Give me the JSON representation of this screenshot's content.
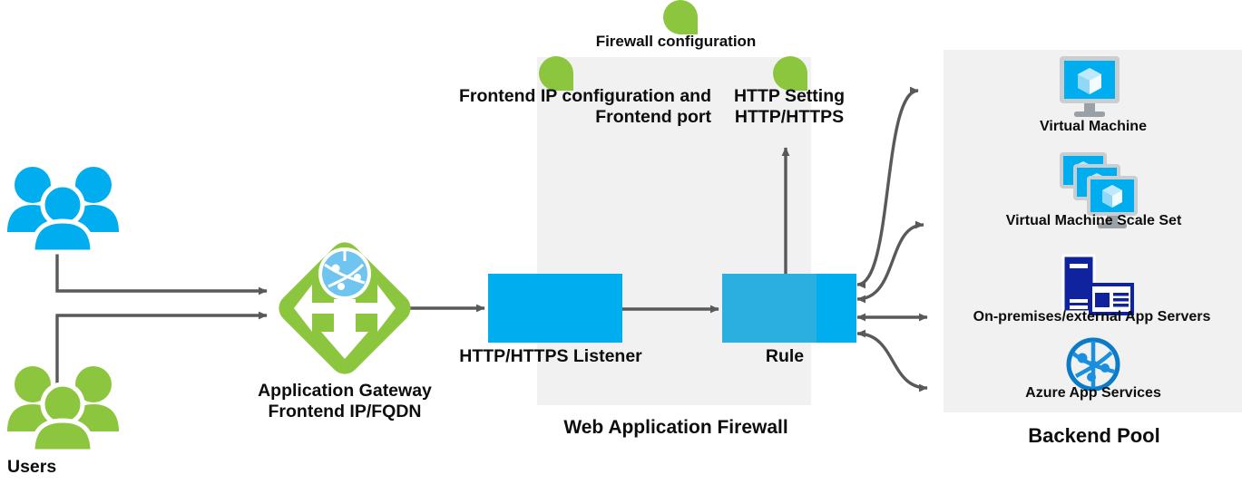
{
  "diagram": {
    "title": "Azure Application Gateway traffic flow",
    "labels": {
      "firewall_configuration": "Firewall configuration",
      "frontend_ip_and_port": "Frontend IP configuration and Frontend port",
      "http_setting": "HTTP Setting HTTP/HTTPS",
      "http_setting_line1": "HTTP Setting",
      "http_setting_line2": "HTTP/HTTPS",
      "frontend_line1": "Frontend IP configuration and",
      "frontend_line2": "Frontend port",
      "listener": "HTTP/HTTPS Listener",
      "rule": "Rule",
      "web_application_firewall": "Web Application Firewall",
      "application_gateway_line1": "Application Gateway",
      "application_gateway_line2": "Frontend IP/FQDN",
      "users": "Users",
      "backend_pool": "Backend Pool"
    },
    "backend_pool": {
      "title": "Backend Pool",
      "items": [
        {
          "label": "Virtual Machine",
          "icon": "virtual-machine-icon"
        },
        {
          "label": "Virtual Machine Scale Set",
          "icon": "virtual-machine-scale-set-icon"
        },
        {
          "label": "On-premises/external App Servers",
          "icon": "server-icon"
        },
        {
          "label": "Azure App Services",
          "icon": "azure-app-services-icon"
        }
      ]
    },
    "nodes": [
      {
        "name": "users-top",
        "icon": "users-group-icon",
        "color": "#00AEEF"
      },
      {
        "name": "users-bottom",
        "icon": "users-group-icon",
        "color": "#8CC63E"
      },
      {
        "name": "application-gateway",
        "icon": "application-gateway-icon",
        "color": "#8CC63E"
      },
      {
        "name": "http-https-listener",
        "shape": "rectangle",
        "color": "#00AEEF"
      },
      {
        "name": "rule",
        "shape": "rectangle",
        "color_left": "#2BAEE0",
        "color_right": "#00AEEF"
      }
    ],
    "pins": [
      {
        "name": "firewall-configuration-pin",
        "color": "#8CC63E"
      },
      {
        "name": "frontend-ip-configuration-pin",
        "color": "#8CC63E"
      },
      {
        "name": "http-setting-pin",
        "color": "#8CC63E"
      }
    ],
    "colors": {
      "azure_blue": "#00AEEF",
      "rule_blue": "#2BAEE0",
      "green": "#8CC63E",
      "panel_gray": "#f1f1f1",
      "connector_gray": "#595959",
      "navy": "#10239E",
      "text": "#0d0d0d"
    }
  }
}
